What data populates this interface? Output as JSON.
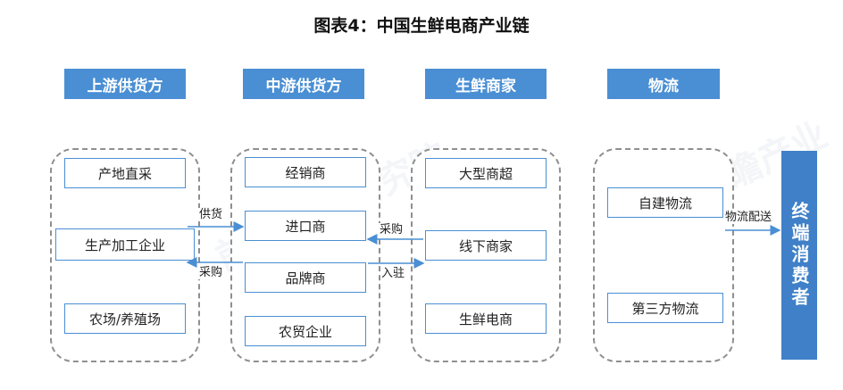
{
  "title": "图表4：中国生鲜电商产业链",
  "headers": [
    "上游供货方",
    "中游供货方",
    "生鲜商家",
    "物流"
  ],
  "upstream": [
    "产地直采",
    "生产加工企业",
    "农场/养殖场"
  ],
  "midstream": [
    "经销商",
    "进口商",
    "品牌商",
    "农贸企业"
  ],
  "merchants": [
    "大型商超",
    "线下商家",
    "生鲜电商"
  ],
  "logistics": [
    "自建物流",
    "第三方物流"
  ],
  "consumer": "终端消费者",
  "labels": {
    "supply": "供货",
    "purchase_up": "采购",
    "purchase_mid": "采购",
    "settle": "入驻",
    "delivery": "物流配送"
  },
  "colors": {
    "accent": "#4a8fd4",
    "consumer": "#3f80c8",
    "dash": "#8f8f8f"
  }
}
